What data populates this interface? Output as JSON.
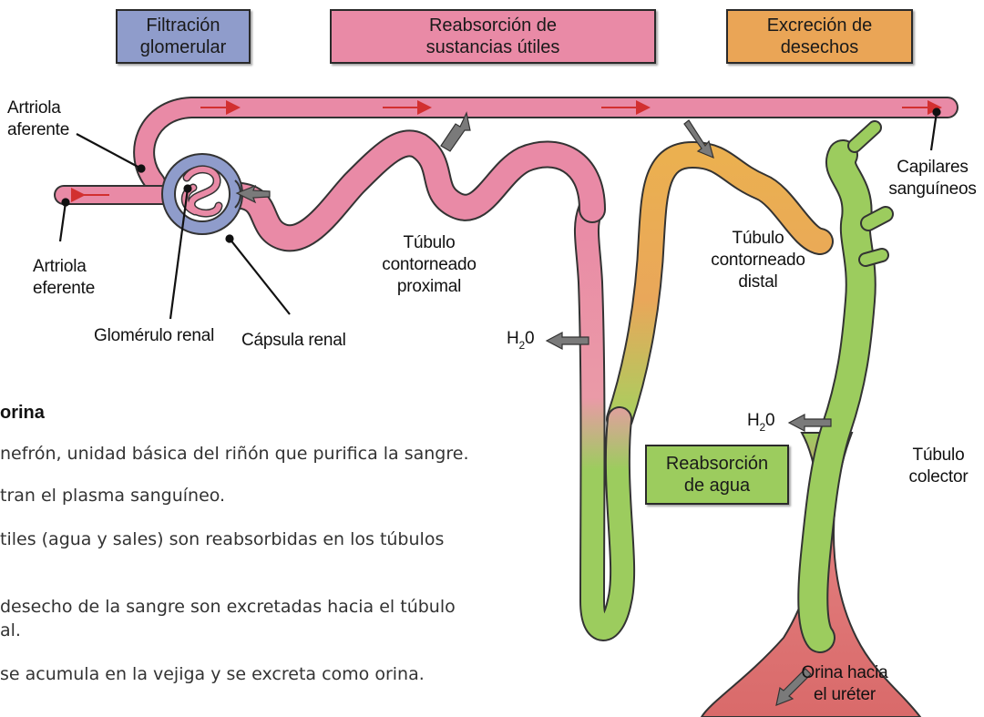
{
  "colors": {
    "pink": "#e98aa6",
    "blue": "#7f8ec6",
    "orange": "#eaa556",
    "green": "#9ccc5e",
    "arrow_gray": "#7a7a7a",
    "red_arrow": "#d23030"
  },
  "headers": {
    "filtracion": [
      "Filtración",
      "glomerular"
    ],
    "reabsorcion_sustancias": [
      "Reabsorción de",
      "sustancias útiles"
    ],
    "excrecion": [
      "Excreción de",
      "desechos"
    ],
    "reabsorcion_agua": [
      "Reabsorción",
      "de agua"
    ]
  },
  "labels": {
    "arteriola_aferente": [
      "Artriola",
      "aferente"
    ],
    "arteriola_eferente": [
      "Artriola",
      "eferente"
    ],
    "glomerulo": "Glomérulo renal",
    "capsula": "Cápsula renal",
    "tubulo_proximal": [
      "Túbulo",
      "contorneado",
      "proximal"
    ],
    "tubulo_distal": [
      "Túbulo",
      "contorneado",
      "distal"
    ],
    "capilares": [
      "Capilares",
      "sanguíneos"
    ],
    "tubulo_colector": [
      "Túbulo",
      "colector"
    ],
    "orina": [
      "Orina hacia",
      "el uréter"
    ],
    "h2o_h": "H",
    "h2o_sub": "2",
    "h2o_o": "0"
  },
  "text": {
    "title_fragment": "orina",
    "lines": [
      "nefrón, unidad básica del riñón que purifica la sangre.",
      "tran el plasma sanguíneo.",
      "tiles (agua y sales) son reabsorbidas en los túbulos",
      "desecho de la sangre son excretadas hacia el túbulo",
      "al.",
      "se acumula en la vejiga y se excreta como orina."
    ]
  }
}
